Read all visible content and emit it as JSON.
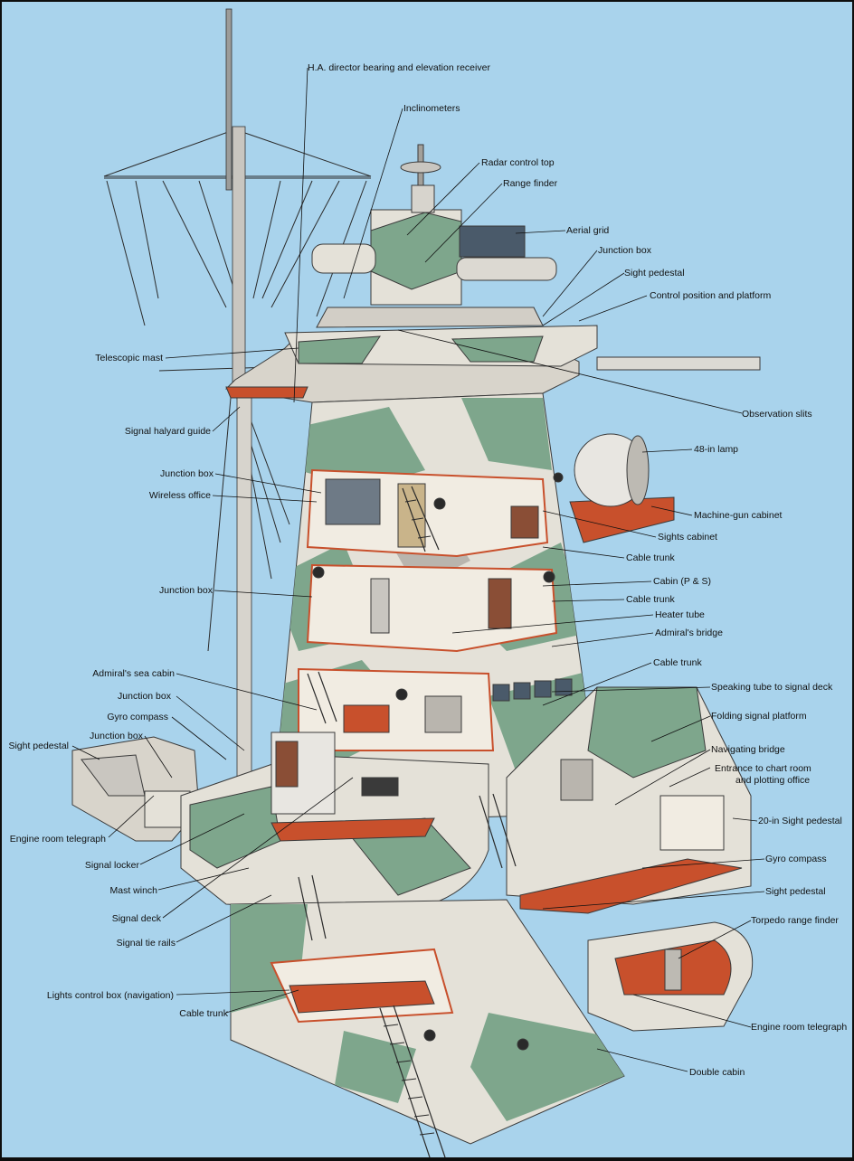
{
  "colors": {
    "sky": "#a9d3ec",
    "frame": "#0e0e0e",
    "camo_light": "#e4e1d8",
    "camo_green": "#7ea68c",
    "camo_grey": "#b9b5ae",
    "deck": "#c8502c",
    "interior": "#f1ece2",
    "outline": "#3a3a3a"
  },
  "labels": [
    {
      "id": "ha-director",
      "text": "H.A. director bearing and elevation receiver"
    },
    {
      "id": "inclinometers",
      "text": "Inclinometers"
    },
    {
      "id": "radar-control-top",
      "text": "Radar control top"
    },
    {
      "id": "range-finder",
      "text": "Range finder"
    },
    {
      "id": "aerial-grid",
      "text": "Aerial grid"
    },
    {
      "id": "junction-box-top",
      "text": "Junction box"
    },
    {
      "id": "sight-pedestal-top",
      "text": "Sight pedestal"
    },
    {
      "id": "control-position",
      "text": "Control position and platform"
    },
    {
      "id": "telescopic-mast",
      "text": "Telescopic mast"
    },
    {
      "id": "observation-slits",
      "text": "Observation slits"
    },
    {
      "id": "signal-halyard-guide",
      "text": "Signal halyard guide"
    },
    {
      "id": "lamp-48",
      "text": "48-in  lamp"
    },
    {
      "id": "junction-box-left-1",
      "text": "Junction box"
    },
    {
      "id": "wireless-office",
      "text": "Wireless office"
    },
    {
      "id": "machine-gun-cabinet",
      "text": "Machine-gun cabinet"
    },
    {
      "id": "sights-cabinet",
      "text": "Sights cabinet"
    },
    {
      "id": "cable-trunk-1",
      "text": "Cable trunk"
    },
    {
      "id": "cabin-ps",
      "text": "Cabin (P & S)"
    },
    {
      "id": "junction-box-left-2",
      "text": "Junction box"
    },
    {
      "id": "cable-trunk-2",
      "text": "Cable trunk"
    },
    {
      "id": "heater-tube",
      "text": "Heater tube"
    },
    {
      "id": "admirals-bridge",
      "text": "Admiral's bridge"
    },
    {
      "id": "admirals-sea-cabin",
      "text": "Admiral's sea cabin"
    },
    {
      "id": "cable-trunk-3",
      "text": "Cable trunk"
    },
    {
      "id": "junction-box-left-3",
      "text": "Junction box"
    },
    {
      "id": "speaking-tube",
      "text": "Speaking tube to signal deck"
    },
    {
      "id": "gyro-compass-left",
      "text": "Gyro compass"
    },
    {
      "id": "folding-signal-platform",
      "text": "Folding signal platform"
    },
    {
      "id": "junction-box-left-4",
      "text": "Junction box"
    },
    {
      "id": "sight-pedestal-left",
      "text": "Sight pedestal"
    },
    {
      "id": "navigating-bridge",
      "text": "Navigating bridge"
    },
    {
      "id": "entrance-chart-room-1",
      "text": "Entrance to chart room"
    },
    {
      "id": "entrance-chart-room-2",
      "text": "and plotting office"
    },
    {
      "id": "engine-room-telegraph-left",
      "text": "Engine room telegraph"
    },
    {
      "id": "sight-pedestal-20",
      "text": "20-in  Sight pedestal"
    },
    {
      "id": "signal-locker",
      "text": "Signal locker"
    },
    {
      "id": "gyro-compass-right",
      "text": "Gyro compass"
    },
    {
      "id": "mast-winch",
      "text": "Mast winch"
    },
    {
      "id": "sight-pedestal-right",
      "text": "Sight pedestal"
    },
    {
      "id": "signal-deck",
      "text": "Signal deck"
    },
    {
      "id": "torpedo-range-finder",
      "text": "Torpedo range finder"
    },
    {
      "id": "signal-tie-rails",
      "text": "Signal tie rails"
    },
    {
      "id": "lights-control-box",
      "text": "Lights control box (navigation)"
    },
    {
      "id": "engine-room-telegraph-right",
      "text": "Engine room telegraph"
    },
    {
      "id": "cable-trunk-4",
      "text": "Cable trunk"
    },
    {
      "id": "double-cabin",
      "text": "Double cabin"
    }
  ]
}
